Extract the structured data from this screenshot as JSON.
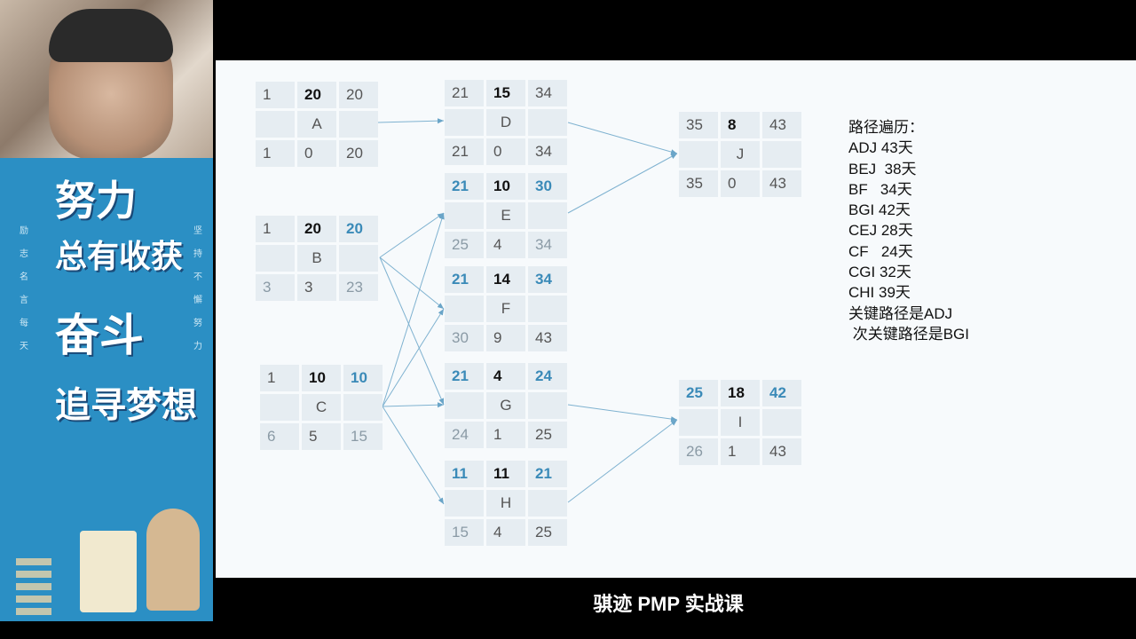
{
  "sidebar": {
    "slogan_1": "努力",
    "slogan_2": "总有收获",
    "slogan_3": "奋斗",
    "slogan_4": "追寻梦想",
    "vertical_left": "励志名言每天",
    "vertical_right": "坚持不懈努力"
  },
  "nodes": [
    {
      "id": "A",
      "es": "1",
      "dur": "20",
      "ef": "20",
      "ls": "1",
      "tf": "0",
      "lf": "20"
    },
    {
      "id": "B",
      "es": "1",
      "dur": "20",
      "ef": "20",
      "ls": "3",
      "tf": "3",
      "lf": "23"
    },
    {
      "id": "C",
      "es": "1",
      "dur": "10",
      "ef": "10",
      "ls": "6",
      "tf": "5",
      "lf": "15"
    },
    {
      "id": "D",
      "es": "21",
      "dur": "15",
      "ef": "34",
      "ls": "21",
      "tf": "0",
      "lf": "34"
    },
    {
      "id": "E",
      "es": "21",
      "dur": "10",
      "ef": "30",
      "ls": "25",
      "tf": "4",
      "lf": "34"
    },
    {
      "id": "F",
      "es": "21",
      "dur": "14",
      "ef": "34",
      "ls": "30",
      "tf": "9",
      "lf": "43"
    },
    {
      "id": "G",
      "es": "21",
      "dur": "4",
      "ef": "24",
      "ls": "24",
      "tf": "1",
      "lf": "25"
    },
    {
      "id": "H",
      "es": "11",
      "dur": "11",
      "ef": "21",
      "ls": "15",
      "tf": "4",
      "lf": "25"
    },
    {
      "id": "J",
      "es": "35",
      "dur": "8",
      "ef": "43",
      "ls": "35",
      "tf": "0",
      "lf": "43"
    },
    {
      "id": "I",
      "es": "25",
      "dur": "18",
      "ef": "42",
      "ls": "26",
      "tf": "1",
      "lf": "43"
    }
  ],
  "paths": {
    "title": "路径遍历：",
    "items": [
      "ADJ 43天",
      "BEJ  38天",
      "BF   34天",
      "BGI 42天",
      "CEJ 28天",
      "CF   24天",
      "CGI 32天",
      "CHI 39天"
    ],
    "critical": "关键路径是ADJ",
    "subcritical": " 次关键路径是BGI"
  },
  "caption": "骐迹 PMP 实战课"
}
